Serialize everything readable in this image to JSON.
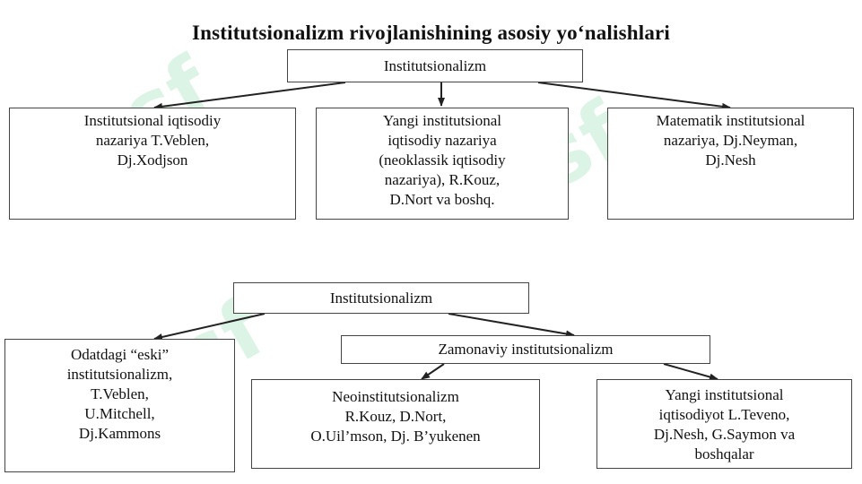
{
  "title": "Institutsionalizm rivojlanishining asosiy yo‘nalishlari",
  "top": {
    "root": "Institutsionalizm",
    "children": [
      "Institutsional iqtisodiy\nnazariya T.Veblen,\nDj.Xodjson",
      "Yangi institutsional\niqtisodiy nazariya\n(neoklassik iqtisodiy\nnazariya), R.Kouz,\nD.Nort va boshq.",
      "Matematik institutsional\nnazariya, Dj.Neyman,\nDj.Nesh"
    ]
  },
  "bottom": {
    "root": "Institutsionalizm",
    "old": "Odatdagi “eski”\ninstitutsionalizm,\nT.Veblen,\nU.Mitchell,\nDj.Kammons",
    "modern": "Zamonaviy institutsionalizm",
    "modern_children": [
      "Neoinstitutsionalizm\nR.Kouz,  D.Nort,\nO.Uil’mson, Dj. B’yukenen",
      "Yangi institutsional\niqtisodiyot L.Teveno,\nDj.Nesh, G.Saymon va\nboshqalar"
    ]
  }
}
